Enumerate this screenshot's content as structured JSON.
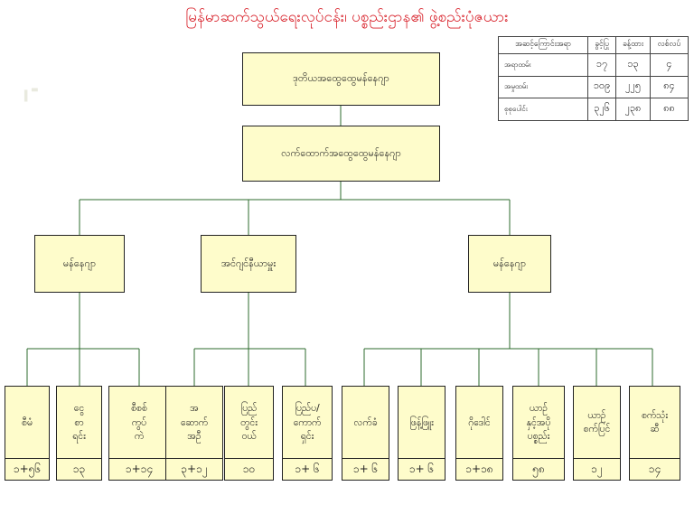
{
  "title": "မြန်မာဆက်သွယ်ရေးလုပ်ငန်း၊ ပစ္စည်းဌာန၏ ဖွဲ့စည်းပုံဇယား",
  "colors": {
    "title": "#d8212a",
    "box_fill": "#fefccb",
    "line": "#2e6b2e",
    "border": "#222222"
  },
  "stats_table": {
    "headers": [
      "အဆင့်ကြောင်းအရာ",
      "ခွင့်ပြု",
      "ခန့်ထား",
      "လစ်လပ်"
    ],
    "rows": [
      {
        "label": "အရာထမ်း",
        "values": [
          "၁၇",
          "၁၃",
          "၄"
        ]
      },
      {
        "label": "အမှုထမ်း",
        "values": [
          "၁၀၉",
          "၂၂၅",
          "၈၄"
        ]
      },
      {
        "label": "စုစုပေါင်း",
        "values": [
          "၃၂၆",
          "၂၃၈",
          "၈၈"
        ]
      }
    ]
  },
  "org": {
    "top": "ဒုတိယအထွေထွေမန်နေဂျာ",
    "second": "လက်ထောက်အထွေထွေမန်နေဂျာ",
    "mid": [
      "မန်နေဂျာ",
      "အင်ဂျင်နီယာမှူး",
      "မန်နေဂျာ"
    ],
    "leaves": [
      {
        "name": "စီမံ",
        "count": "၁+၅၆"
      },
      {
        "name": "ငွေ\nစာ\nရင်း",
        "count": "၁၃"
      },
      {
        "name": "စီစစ်\nကွပ်\nကဲ",
        "count": "၁+၁၄"
      },
      {
        "name": "အ\nဆောက်\nအဦ",
        "count": "၃+၁၂"
      },
      {
        "name": "ပြည်\nတွင်း\nဝယ်",
        "count": "၁၀"
      },
      {
        "name": "ပြည်ပ/\nကောက်\nရှင်း",
        "count": "၁+ ၆"
      },
      {
        "name": "လက်ခံ",
        "count": "၁+ ၆"
      },
      {
        "name": "ဖြန့်ဖြူး",
        "count": "၁+ ၆"
      },
      {
        "name": "ဂိုဒေါင်",
        "count": "၁+၁၈"
      },
      {
        "name": "ယာဉ်\nနှင့်အပို\nပစ္စည်း",
        "count": "၅၈"
      },
      {
        "name": "ယာဉ်\nစက်ပြင်",
        "count": "၁၂"
      },
      {
        "name": "စက်သုံး\nဆီ",
        "count": "၁၄"
      }
    ]
  }
}
